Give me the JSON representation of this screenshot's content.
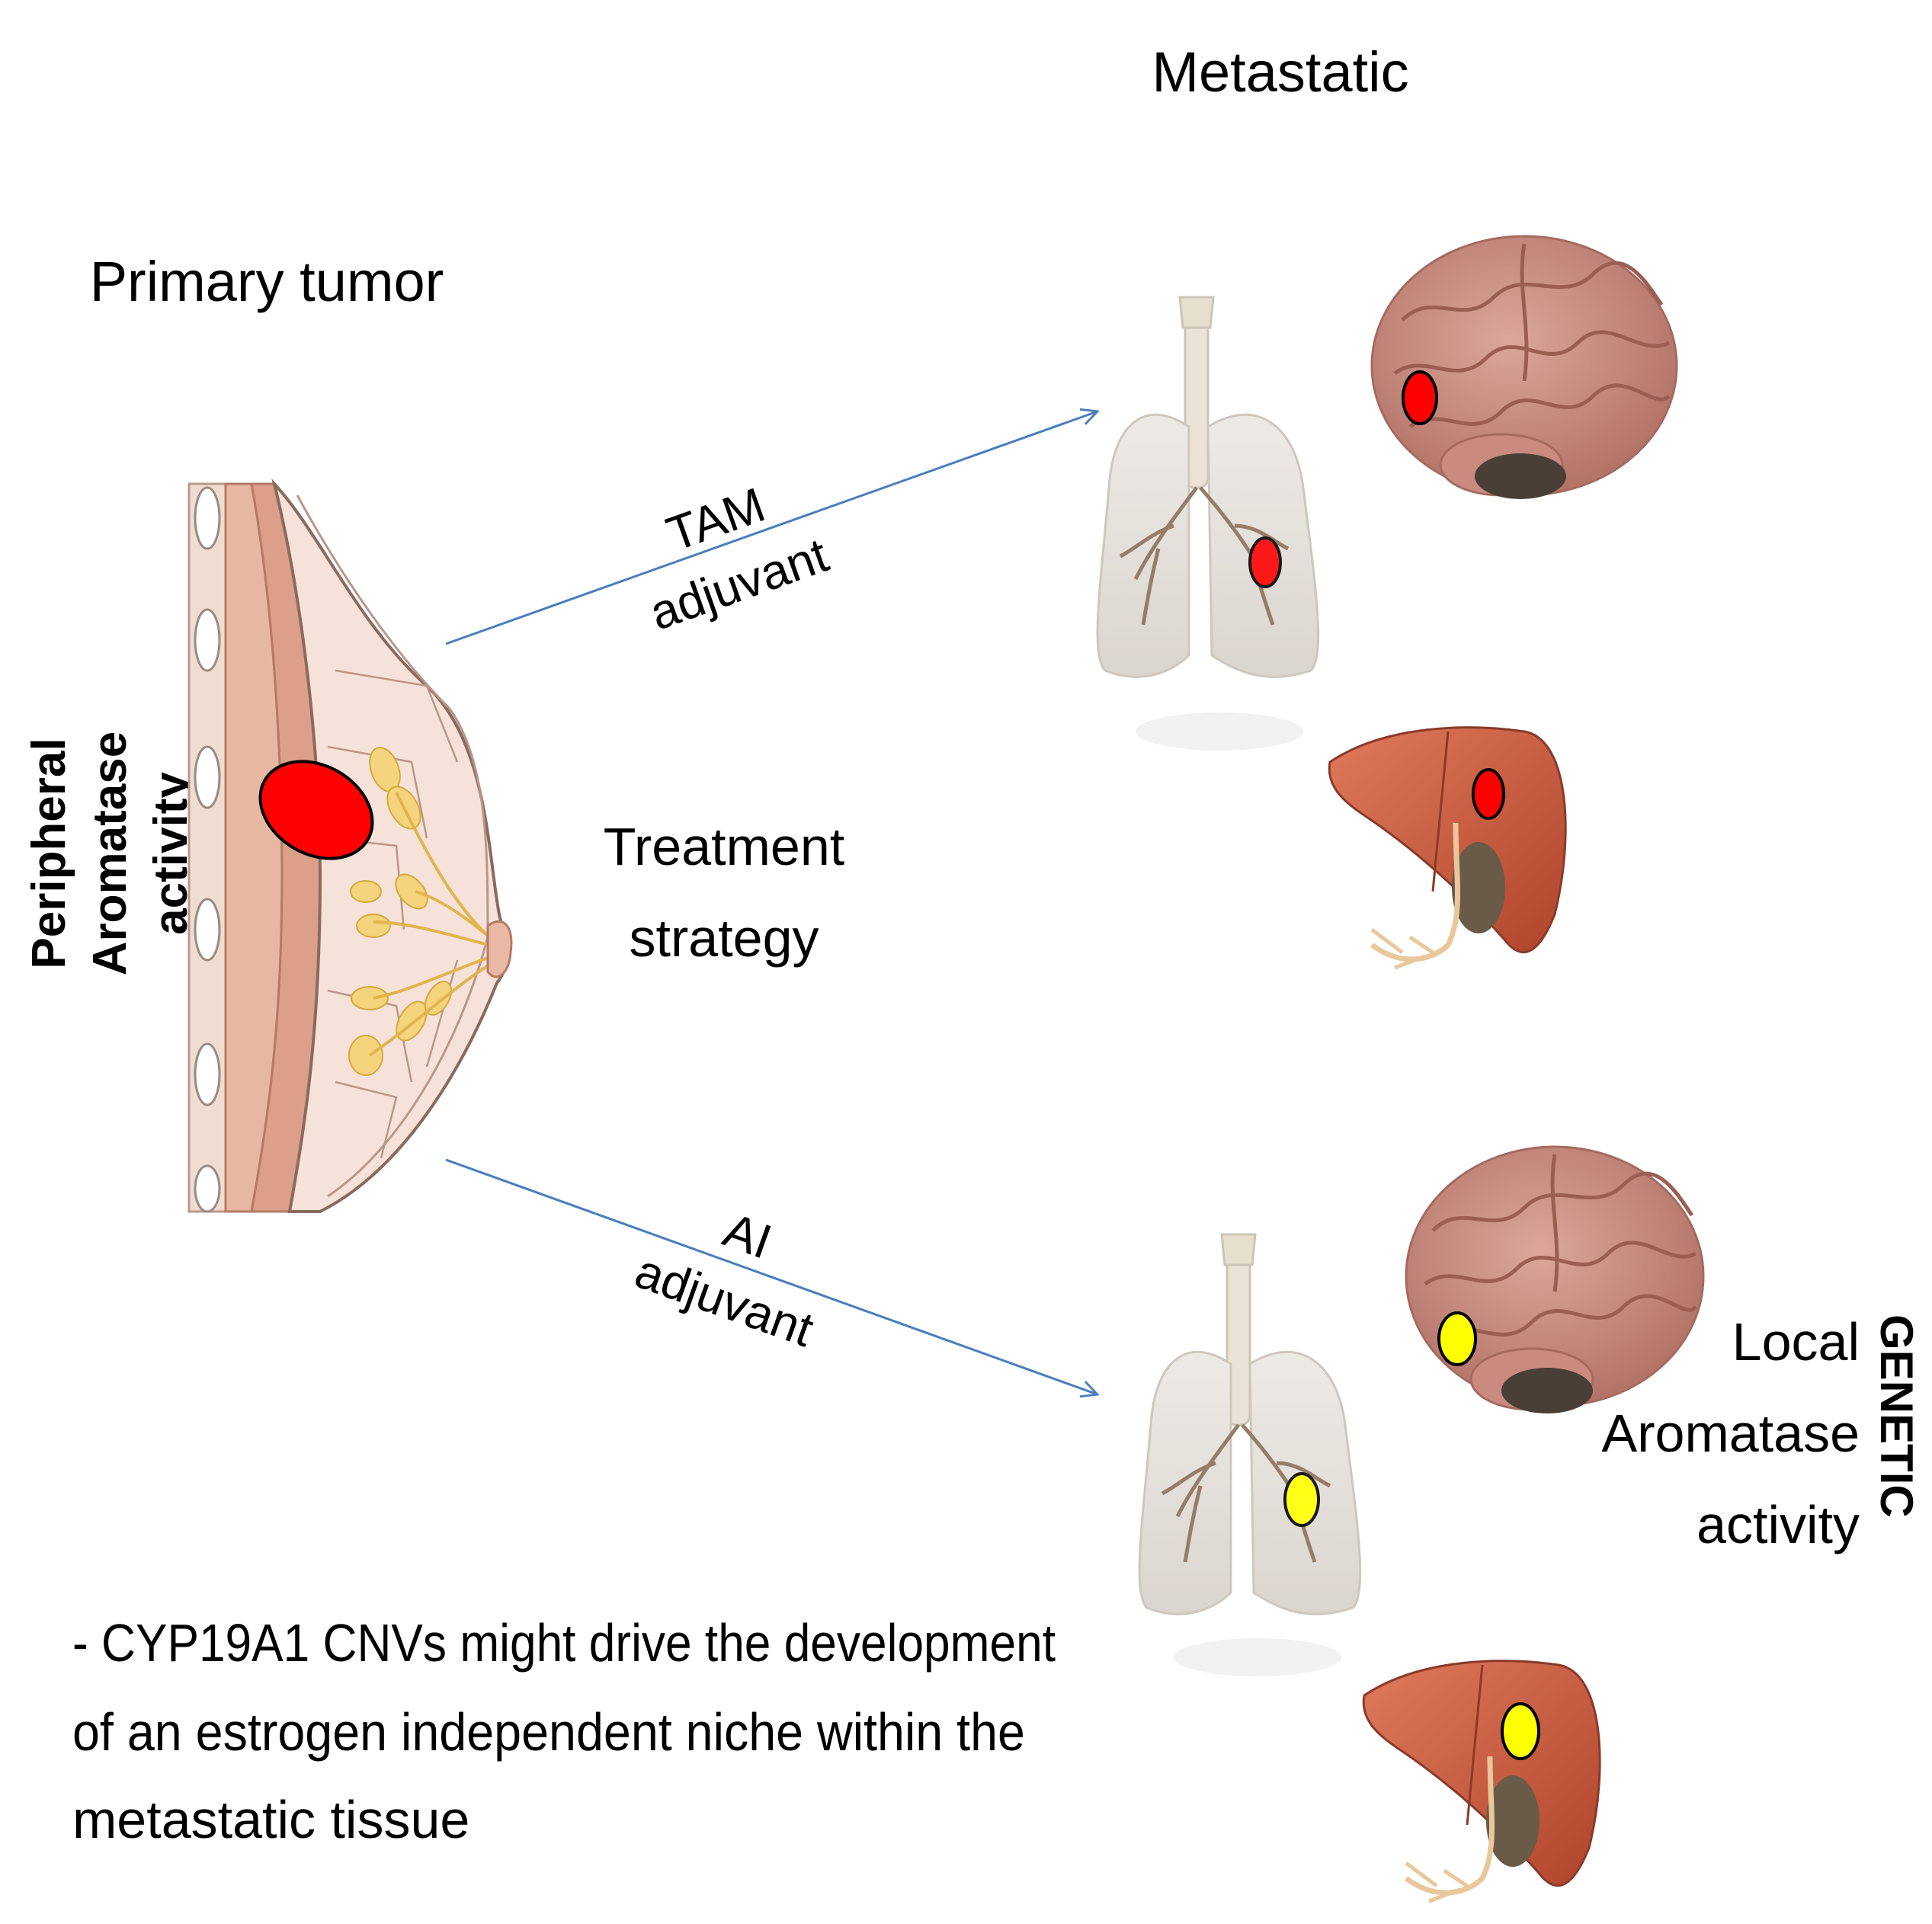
{
  "labels": {
    "metastatic": "Metastatic",
    "primary_tumor": "Primary tumor",
    "peripheral_line1": "Peripheral",
    "peripheral_line2": "Aromatase",
    "peripheral_line3": "activity",
    "treatment_line1": "Treatment",
    "treatment_line2": "strategy",
    "tam_line1": "TAM",
    "tam_line2": "adjuvant",
    "ai_line1": "AI",
    "ai_line2": "adjuvant",
    "local_line1": "Local",
    "local_line2": "Aromatase",
    "local_line3": "activity",
    "genetic": "GENETIC",
    "note_line1": "- CYP19A1 CNVs might drive the development",
    "note_line2": "of an estrogen independent niche within the",
    "note_line3": "metastatic tissue"
  },
  "colors": {
    "arrow": "#4a7ebb",
    "tumor_red": "#ff0000",
    "tumor_yellow": "#ffff00",
    "brain": "#c98a80",
    "liver": "#c9553a",
    "lung": "#e6e1dc",
    "breast_skin": "#f3dcd0",
    "gland": "#f3d27a"
  },
  "icons": [
    "breast-icon",
    "lungs-icon",
    "brain-icon",
    "liver-icon"
  ]
}
